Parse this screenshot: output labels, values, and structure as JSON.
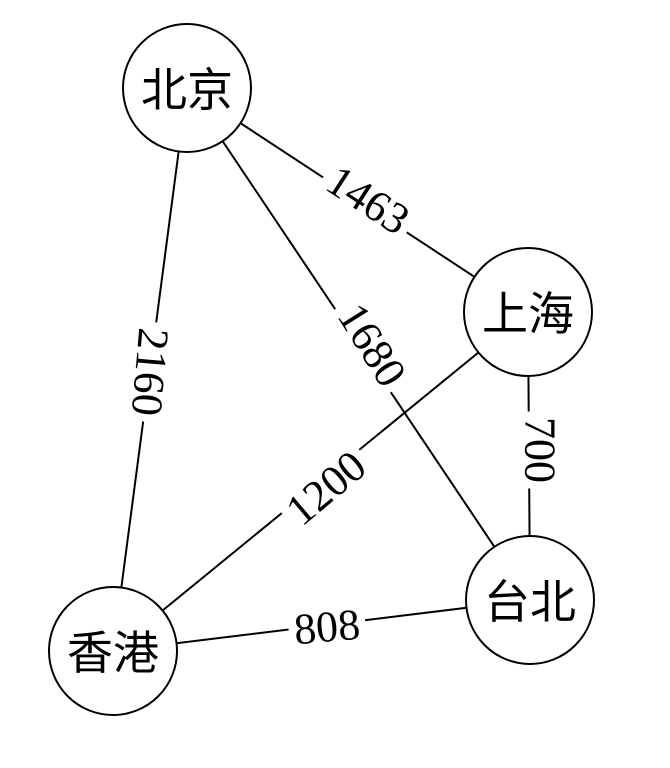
{
  "nodes": [
    {
      "id": "beijing",
      "label": "北京"
    },
    {
      "id": "shanghai",
      "label": "上海"
    },
    {
      "id": "hongkong",
      "label": "香港"
    },
    {
      "id": "taipei",
      "label": "台北"
    }
  ],
  "edges": [
    {
      "id": "beijing-shanghai",
      "from": "beijing",
      "to": "shanghai",
      "weight": "1463"
    },
    {
      "id": "beijing-hongkong",
      "from": "beijing",
      "to": "hongkong",
      "weight": "2160"
    },
    {
      "id": "beijing-taipei",
      "from": "beijing",
      "to": "taipei",
      "weight": "1680"
    },
    {
      "id": "shanghai-hongkong",
      "from": "shanghai",
      "to": "hongkong",
      "weight": "1200"
    },
    {
      "id": "shanghai-taipei",
      "from": "shanghai",
      "to": "taipei",
      "weight": "700"
    },
    {
      "id": "hongkong-taipei",
      "from": "hongkong",
      "to": "taipei",
      "weight": "808"
    }
  ],
  "colors": {
    "stroke": "#000000",
    "background": "#ffffff"
  }
}
